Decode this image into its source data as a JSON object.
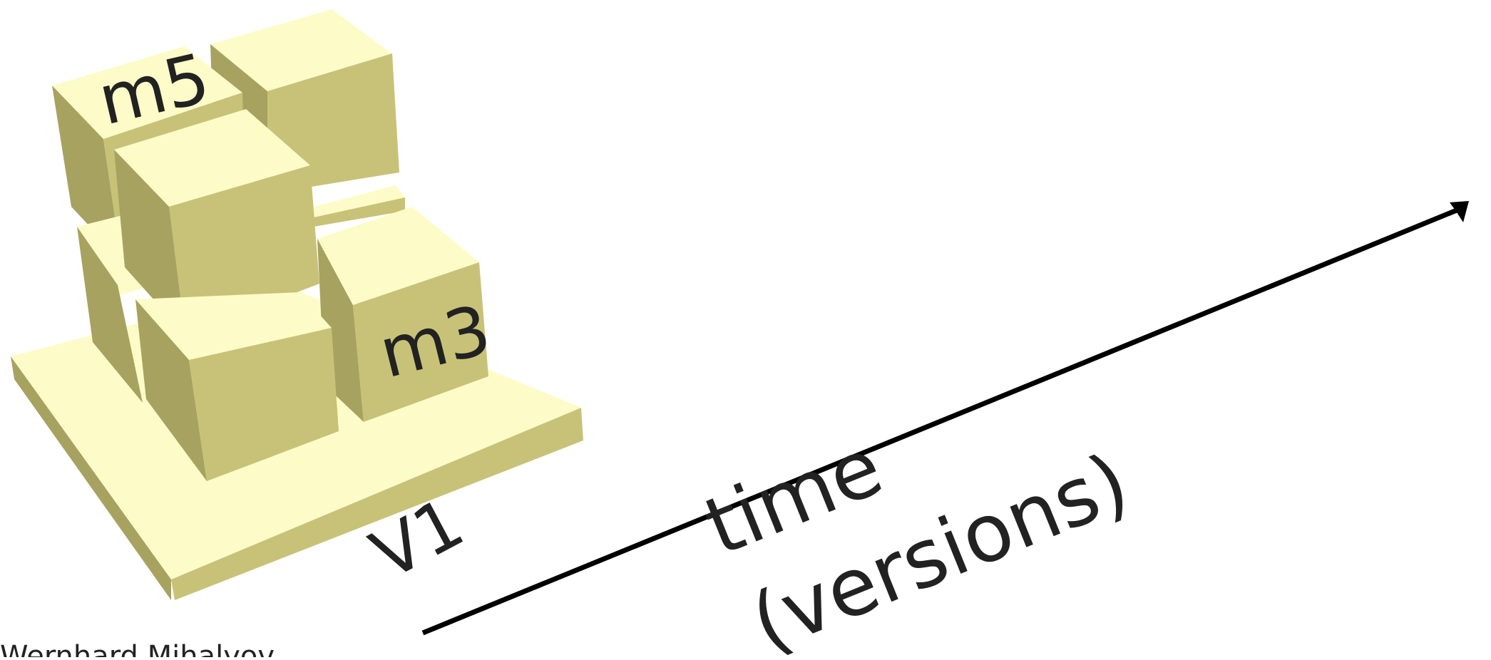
{
  "diagram": {
    "modules": [
      {
        "id": "m5",
        "label": "m5"
      },
      {
        "id": "m3",
        "label": "m3"
      }
    ],
    "base_label": "V1",
    "axis": {
      "line1": "time",
      "line2": "(versions)"
    },
    "footer_text": "Wernhard Mihalyov"
  },
  "colors": {
    "top": "#FDFCC8",
    "left": "#A7A25F",
    "right": "#C8C278",
    "edge": "#8C8748",
    "arrow": "#000000",
    "text": "#222222"
  }
}
